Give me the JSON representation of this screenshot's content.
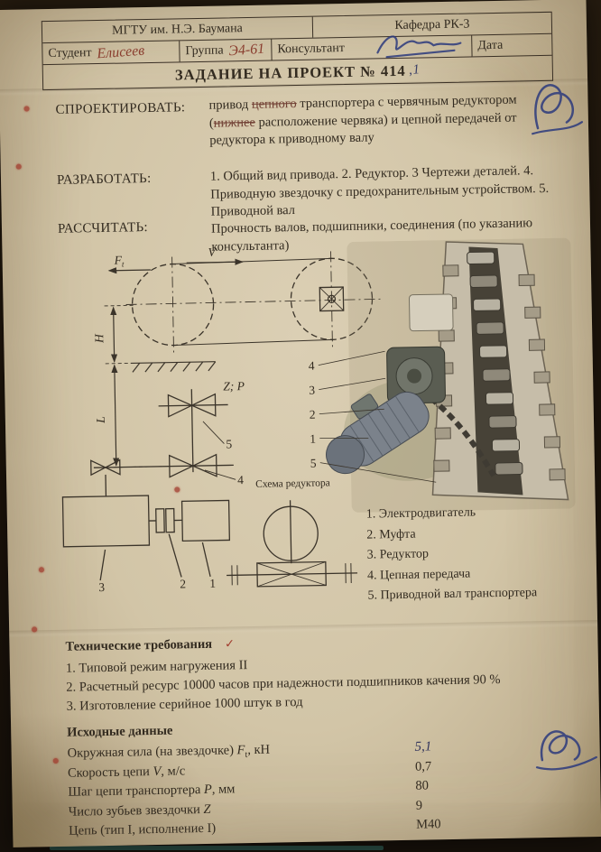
{
  "header": {
    "university": "МГТУ им. Н.Э. Баумана",
    "department": "Кафедра РК-3",
    "student_label": "Студент",
    "student_value": "Елисеев",
    "group_label": "Группа",
    "group_value": "Э4-61",
    "consultant_label": "Консультант",
    "date_label": "Дата",
    "title": "ЗАДАНИЕ НА ПРОЕКТ № 414",
    "title_note": ",1"
  },
  "tasks": {
    "design_label": "СПРОЕКТИРОВАТЬ:",
    "design_text_1": "привод ",
    "design_struck_1": "цепного",
    "design_text_2": " транспортера с червячным редуктором (",
    "design_struck_2": "нижнее",
    "design_text_3": " расположение червяка) и цепной передачей от редуктора к приводному валу",
    "develop_label": "РАЗРАБОТАТЬ:",
    "develop_text": "1. Общий вид привода. 2. Редуктор. 3 Чертежи деталей. 4. Приводную звездочку с предохранительным устройством. 5. Приводной вал",
    "calculate_label": "РАССЧИТАТЬ:",
    "calculate_text": "Прочность валов, подшипники, соединения (по указанию консультанта)"
  },
  "diagram": {
    "force_main": "F",
    "force_sub": "t",
    "velocity_label": "V",
    "height_label": "H",
    "length_label": "L",
    "sprocket_label": "Z; P",
    "scheme_caption": "Схема редуктора",
    "shaft_callout": "5",
    "chain_callout": "4",
    "callouts": [
      "4",
      "3",
      "2",
      "1",
      "5"
    ],
    "block_numbers": [
      "3",
      "2",
      "1"
    ],
    "legend": [
      "1. Электродвигатель",
      "2. Муфта",
      "3. Редуктор",
      "4. Цепная передача",
      "5. Приводной вал транспортера"
    ]
  },
  "requirements": {
    "title": "Технические требования",
    "items": [
      "1. Типовой режим нагружения II",
      "2. Расчетный ресурс 10000 часов при надежности подшипников качения 90 %",
      "3. Изготовление серийное 1000 штук в год"
    ]
  },
  "initial_data": {
    "title": "Исходные данные",
    "rows": [
      {
        "pre": "Окружная сила (на звездочке) ",
        "var": "F",
        "sub": "t",
        "post": ", кН",
        "value": "5,1"
      },
      {
        "pre": "Скорость цепи ",
        "var": "V",
        "sub": "",
        "post": ", м/с",
        "value": "0,7"
      },
      {
        "pre": "Шаг цепи транспортера ",
        "var": "P",
        "sub": "",
        "post": ", мм",
        "value": "80"
      },
      {
        "pre": "Число зубьев звездочки ",
        "var": "Z",
        "sub": "",
        "post": "",
        "value": "9"
      },
      {
        "pre": "Цепь (тип I, исполнение I)",
        "var": "",
        "sub": "",
        "post": "",
        "value": "М40"
      }
    ]
  },
  "colors": {
    "paper": "#d2c5a7",
    "ink": "#332b20",
    "red_mark": "#a13a2c",
    "blue_pen": "#2c3a7d"
  }
}
